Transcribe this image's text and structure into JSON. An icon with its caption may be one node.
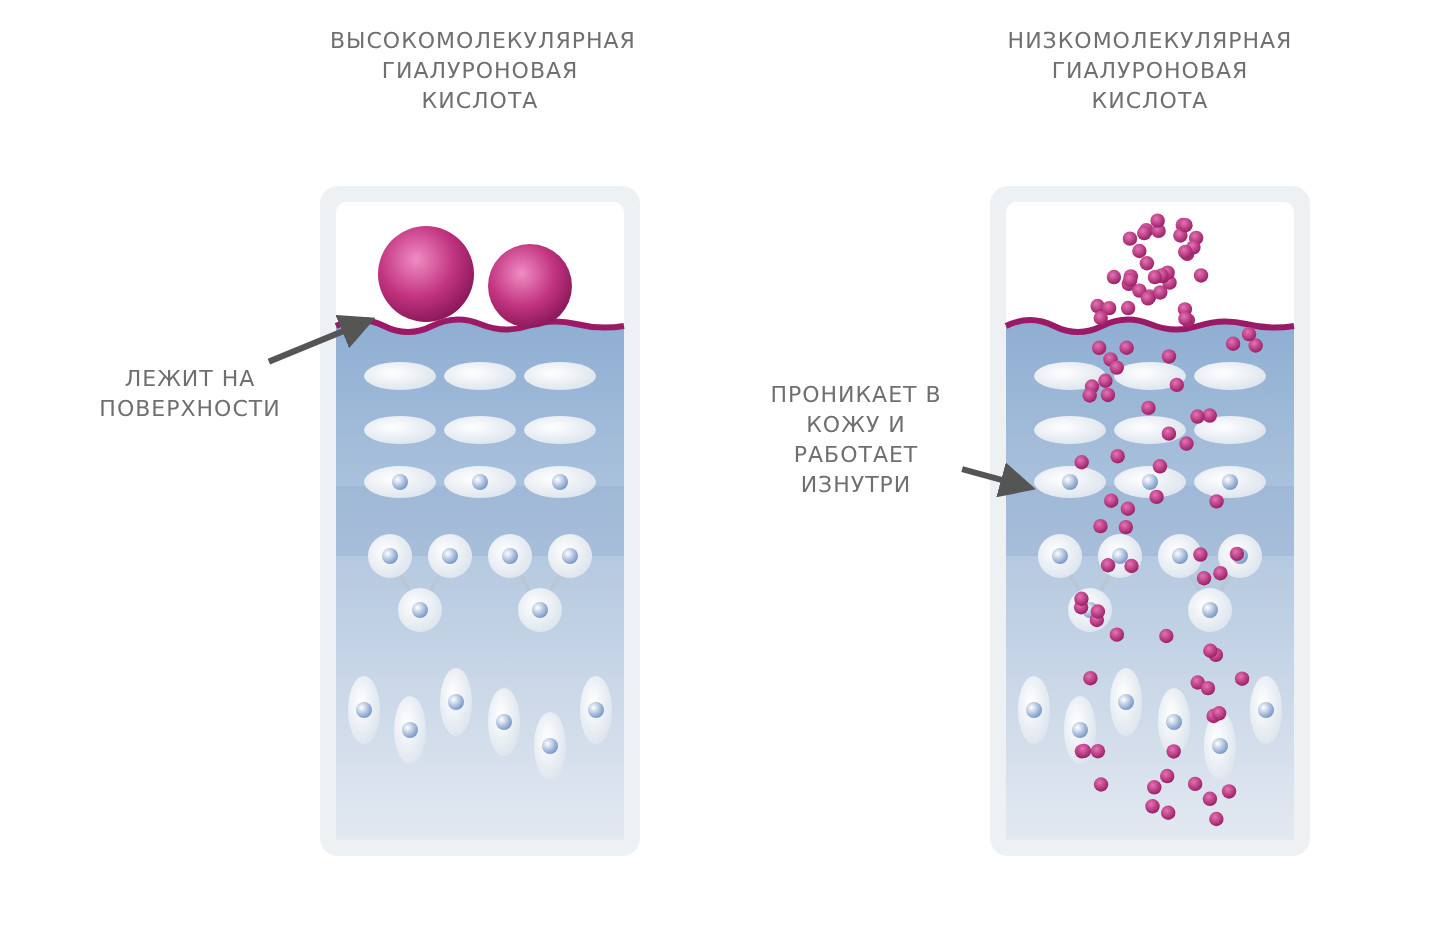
{
  "diagram": {
    "nodes": [
      {
        "text": [
          "ВЫСОКОМОЛЕКУЛЯРНАЯ ГИАЛУРОНОВАЯ КИСЛОТА"
        ]
      },
      {
        "text": [],
        "shape": "picture",
        "in": 0
      },
      {
        "text": [
          "ЛЕЖИТ НА ПОВЕРХНОСТИ"
        ]
      },
      {
        "text": [
          "НИЗКОМОЛЕКУЛЯРНАЯ ГИАЛУРОНОВАЯ КИСЛОТА"
        ]
      },
      {
        "text": [],
        "shape": "picture",
        "in": 3
      },
      {
        "text": [
          "ПРОНИКАЕТ В КОЖУ И РАБОТАЕТ ИЗНУТРИ"
        ]
      }
    ],
    "edges": [
      {
        "from": 2,
        "to": 1,
        "arrow": "to"
      },
      {
        "from": 5,
        "to": 4,
        "arrow": "to"
      }
    ]
  }
}
